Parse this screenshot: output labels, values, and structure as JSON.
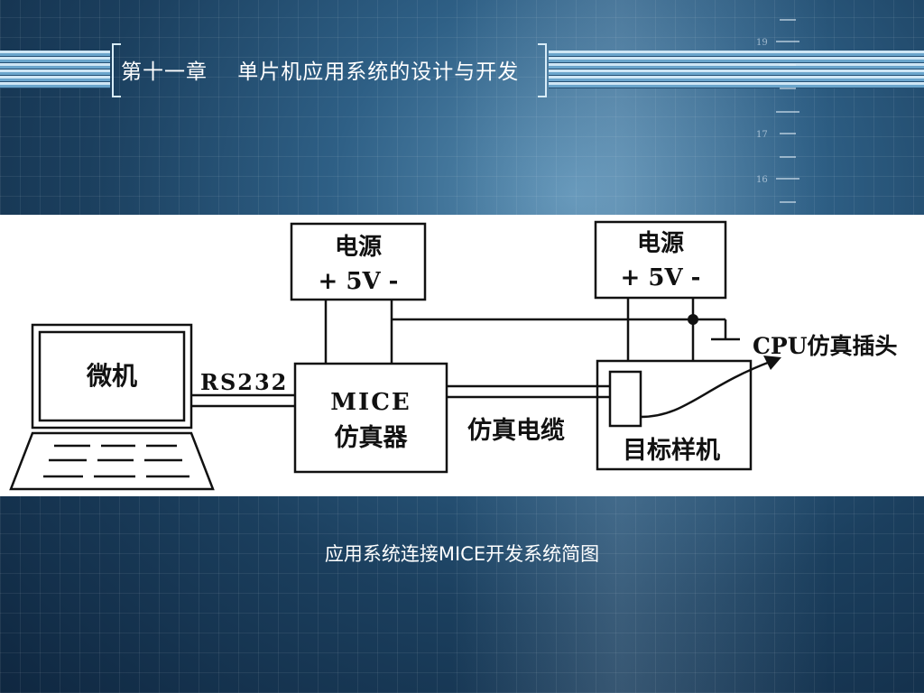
{
  "header": {
    "title": "第十一章    单片机应用系统的设计与开发"
  },
  "decor": {
    "ruler_labels": [
      "19",
      "17",
      "16"
    ]
  },
  "diagram": {
    "power_supply_left": {
      "title": "电源",
      "label": "+ 5V -"
    },
    "power_supply_right": {
      "title": "电源",
      "label": "+ 5V -"
    },
    "microcomputer": {
      "label": "微机"
    },
    "rs232_label": "RS232",
    "emulator": {
      "line1": "MICE",
      "line2": "仿真器"
    },
    "emulation_cable_label": "仿真电缆",
    "target_board": {
      "label": "目标样机"
    },
    "cpu_plug_label": "CPU仿真插头"
  },
  "caption": "应用系统连接MICE开发系统简图",
  "colors": {
    "background_dark": "#0f2740",
    "background_mid": "#2e5f85",
    "panel": "#ffffff",
    "ink": "#111111"
  }
}
